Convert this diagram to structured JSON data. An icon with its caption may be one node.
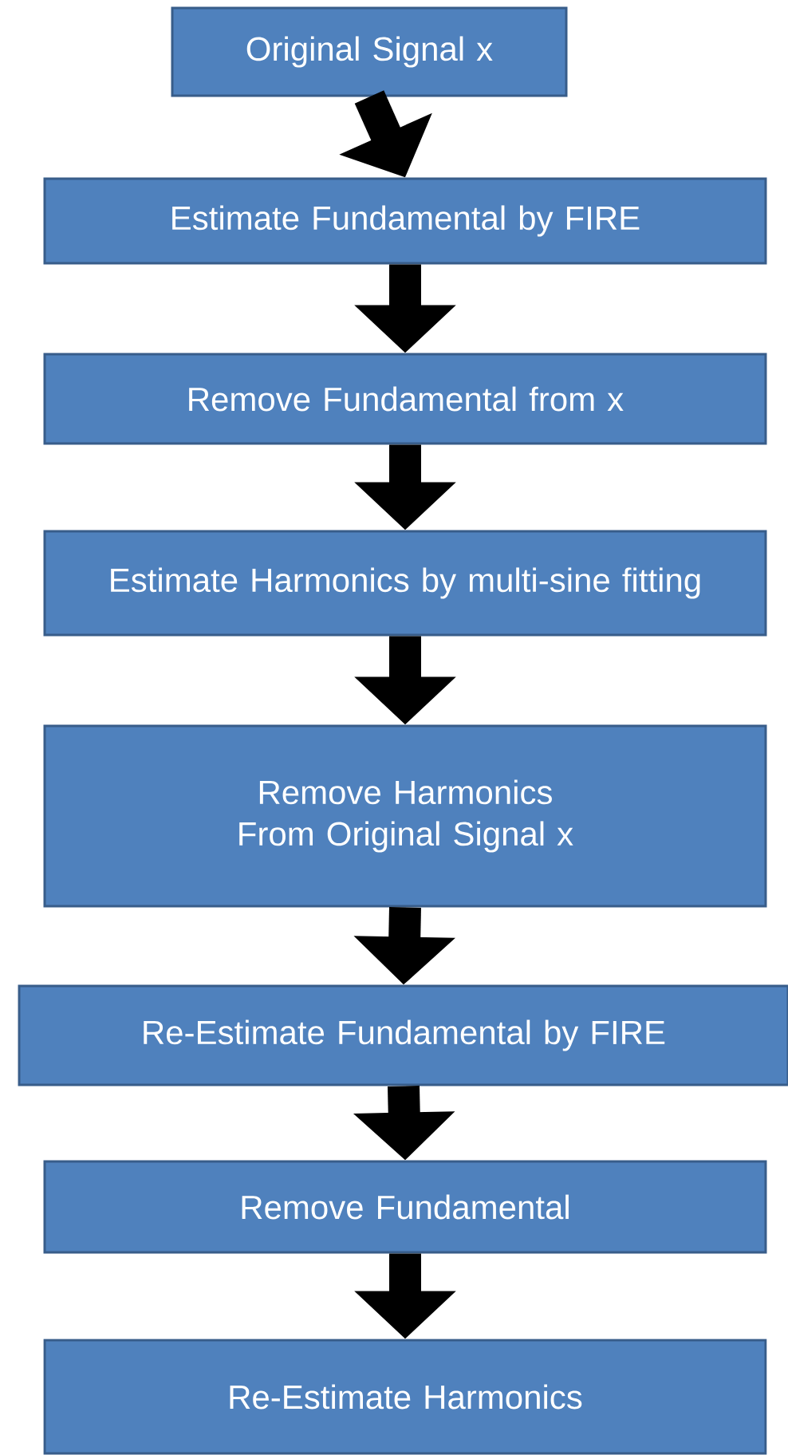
{
  "diagram": {
    "nodes": [
      {
        "text": [
          "Original Signal x"
        ]
      },
      {
        "text": [
          "Estimate Fundamental by FIRE"
        ]
      },
      {
        "text": [
          "Remove Fundamental from x"
        ]
      },
      {
        "text": [
          "Estimate Harmonics by multi-sine fitting"
        ]
      },
      {
        "text": [
          "Remove Harmonics From Original Signal x"
        ]
      },
      {
        "text": [
          "Re-Estimate Fundamental by FIRE"
        ]
      },
      {
        "text": [
          "Remove Fundamental"
        ]
      },
      {
        "text": [
          "Re-Estimate Harmonics"
        ]
      }
    ],
    "edges": [
      {
        "from": 0,
        "to": 1,
        "arrow": "to"
      },
      {
        "from": 1,
        "to": 2,
        "arrow": "to"
      },
      {
        "from": 2,
        "to": 3,
        "arrow": "to"
      },
      {
        "from": 3,
        "to": 4,
        "arrow": "to"
      },
      {
        "from": 4,
        "to": 5,
        "arrow": "to"
      },
      {
        "from": 5,
        "to": 6,
        "arrow": "to"
      },
      {
        "from": 6,
        "to": 7,
        "arrow": "to"
      }
    ]
  }
}
